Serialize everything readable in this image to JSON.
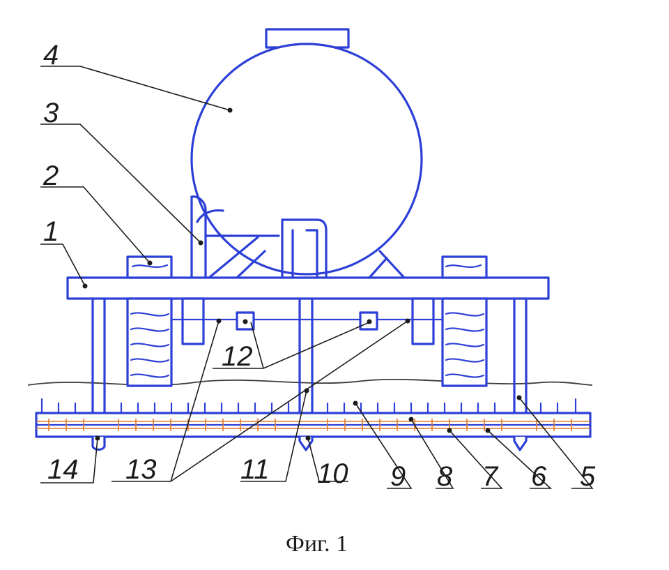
{
  "caption": "Фиг. 1",
  "labels": {
    "l1": "1",
    "l2": "2",
    "l3": "3",
    "l4": "4",
    "l5": "5",
    "l6": "6",
    "l7": "7",
    "l8": "8",
    "l9": "9",
    "l10": "10",
    "l11": "11",
    "l12": "12",
    "l13": "13",
    "l14": "14"
  },
  "colors": {
    "drawing": "#2c3fd6",
    "accent": "#e07a2a",
    "leaders": "#1b1b1b"
  }
}
